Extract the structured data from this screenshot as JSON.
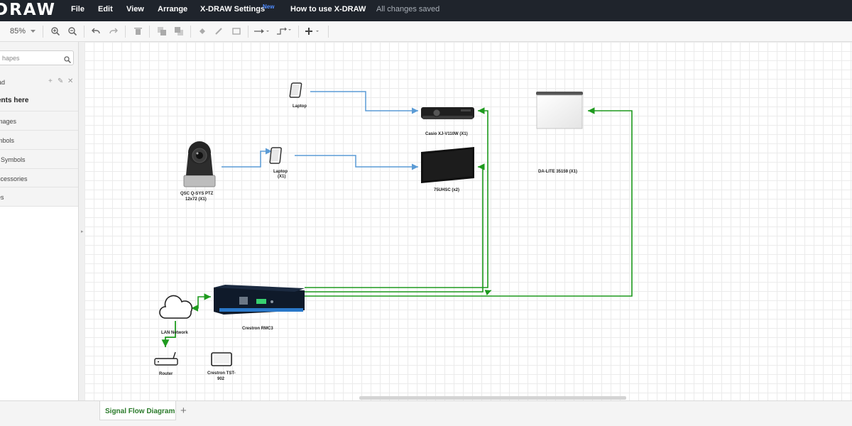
{
  "app": {
    "logo_text": "DRAW",
    "menus": [
      "File",
      "Edit",
      "View",
      "Arrange",
      "X-DRAW Settings",
      "How to use X-DRAW"
    ],
    "new_badge": "New",
    "save_status": "All changes saved"
  },
  "toolbar": {
    "zoom": "85%",
    "icons": [
      "chevron-down-icon",
      "zoom-in-icon",
      "zoom-out-icon",
      "undo-icon",
      "redo-icon",
      "delete-icon",
      "to-front-icon",
      "to-back-icon",
      "fill-color-icon",
      "line-color-icon",
      "shadow-icon",
      "connection-icon",
      "waypoints-icon",
      "insert-icon"
    ]
  },
  "sidebar": {
    "search_placeholder": "hapes",
    "library_title": "ad",
    "library_tools": [
      "+",
      "✎",
      "✕"
    ],
    "drop_hint": "ents here",
    "items": [
      "mages",
      "mbols",
      "/ Symbols",
      "ccessories",
      "es"
    ]
  },
  "diagram": {
    "labels": {
      "laptop_top": "Laptop",
      "projector": "Casio XJ-V110W (X1)",
      "screen": "DA-LITE 35159 (X1)",
      "laptop_mid": "Laptop",
      "laptop_mid_qty": "(X1)",
      "camera_line1": "QSC Q-SYS PTZ",
      "camera_line2": "12x72 (X1)",
      "tv": "75UHSC (x2)",
      "lan": "LAN Network",
      "crestron": "Crestron RMC3",
      "router": "Router",
      "tsw_line1": "Crestron TST-",
      "tsw_line2": "902"
    },
    "colors": {
      "av_link": "#5b9bd5",
      "control_link": "#1e9a1e"
    }
  },
  "pages": {
    "active_tab": "Signal Flow Diagram",
    "add_label": "+"
  }
}
